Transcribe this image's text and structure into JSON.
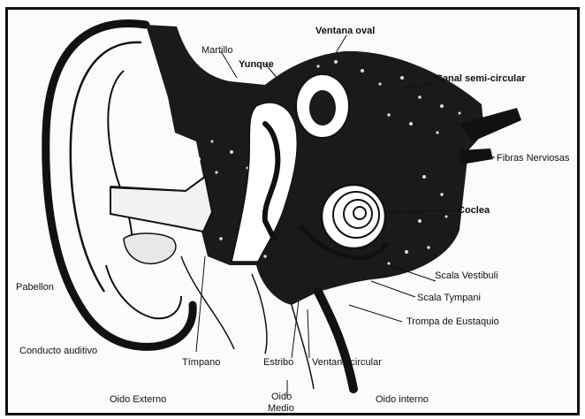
{
  "labels": {
    "martillo": "Martillo",
    "yunque": "Yunque",
    "ventana_oval": "Ventana oval",
    "canal_semicircular": "Canal semi-circular",
    "fibras_nerviosas": "Fibras Nerviosas",
    "coclea": "Coclea",
    "scala_vestibuli": "Scala Vestibuli",
    "scala_tympani": "Scala Tympani",
    "trompa": "Trompa de Eustaquio",
    "pabellon": "Pabellon",
    "conducto": "Conducto auditivo",
    "timpano": "Tímpano",
    "estribo": "Estribo",
    "ventana_circular": "Ventana circular",
    "oido_externo": "Oido Externo",
    "oido_medio_1": "Oido",
    "oido_medio_2": "Medio",
    "oido_interno": "Oido interno"
  },
  "colors": {
    "ink": "#111111",
    "paper": "#fbfbfb",
    "bone": "#1a1a1a"
  }
}
